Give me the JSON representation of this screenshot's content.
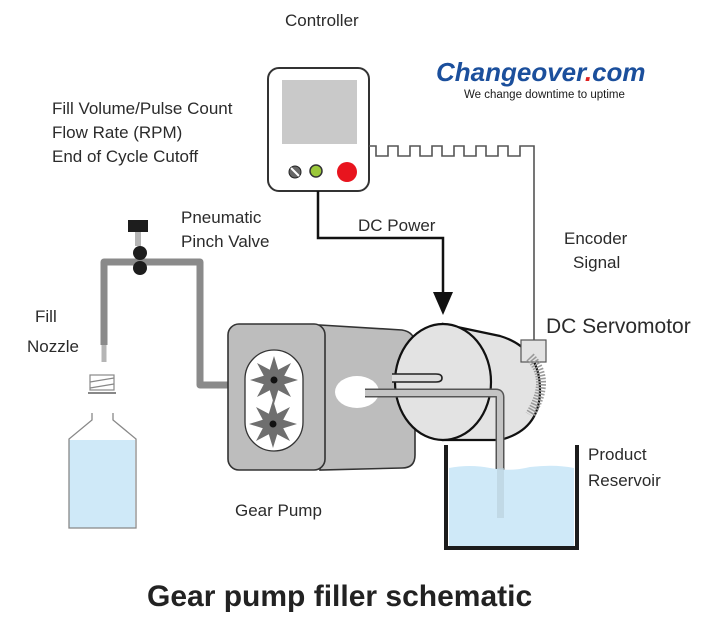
{
  "title": "Gear pump filler schematic",
  "logo": {
    "brand": "Changeover.com",
    "brand_main": "Changeover",
    "brand_dot": ".",
    "brand_tld": "com",
    "tagline": "We change downtime to uptime",
    "colors": {
      "brand": "#1b4f9c",
      "dot": "#e02020"
    }
  },
  "labels": {
    "controller": "Controller",
    "controller_settings": [
      "Fill Volume/Pulse Count",
      "Flow Rate (RPM)",
      "End of Cycle Cutoff"
    ],
    "dc_power": "DC Power",
    "encoder_signal": [
      "Encoder",
      "Signal"
    ],
    "dc_servomotor": "DC Servomotor",
    "pinch_valve": [
      "Pneumatic",
      "Pinch Valve"
    ],
    "fill_nozzle": [
      "Fill",
      "Nozzle"
    ],
    "gear_pump": "Gear Pump",
    "product_reservoir": [
      "Product",
      "Reservoir"
    ]
  },
  "controller": {
    "indicators": [
      {
        "name": "dial",
        "color": "#555555"
      },
      {
        "name": "green-light",
        "color": "#9bc83a"
      },
      {
        "name": "red-button",
        "color": "#e8141e"
      }
    ]
  },
  "colors": {
    "liquid": "#cfe9f8",
    "housing": "#bdbdbd",
    "gear": "#6f6f6f",
    "tubing": "#8a8a8a",
    "motor": "#e3e3e3"
  }
}
